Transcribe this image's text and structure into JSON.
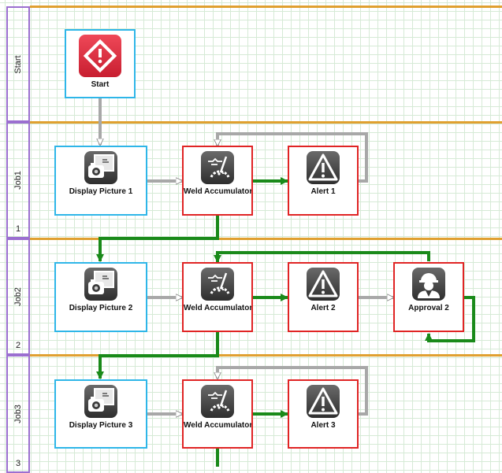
{
  "lanes": [
    {
      "name": "Start",
      "number": ""
    },
    {
      "name": "Job1",
      "number": "1"
    },
    {
      "name": "Job2",
      "number": "2"
    },
    {
      "name": "Job3",
      "number": "3"
    }
  ],
  "nodes": {
    "start": {
      "label": "Start",
      "icon": "start-diamond-icon"
    },
    "display_picture_1": {
      "label": "Display Picture 1",
      "icon": "display-picture-icon"
    },
    "weld_accumulator_1": {
      "label": "Weld Accumulator",
      "icon": "weld-accumulator-icon"
    },
    "alert_1": {
      "label": "Alert 1",
      "icon": "alert-icon"
    },
    "display_picture_2": {
      "label": "Display Picture 2",
      "icon": "display-picture-icon"
    },
    "weld_accumulator_2": {
      "label": "Weld Accumulator",
      "icon": "weld-accumulator-icon"
    },
    "alert_2": {
      "label": "Alert 2",
      "icon": "alert-icon"
    },
    "approval_2": {
      "label": "Approval 2",
      "icon": "approval-worker-icon"
    },
    "display_picture_3": {
      "label": "Display Picture 3",
      "icon": "display-picture-icon"
    },
    "weld_accumulator_3": {
      "label": "Weld Accumulator",
      "icon": "weld-accumulator-icon"
    },
    "alert_3": {
      "label": "Alert 3",
      "icon": "alert-icon"
    }
  },
  "colors": {
    "lane_border": "#9b6fd0",
    "lane_divider": "#e0a030",
    "start_node_border": "#2eb6e8",
    "action_node_border": "#e02424",
    "default_connector": "#a8a8a8",
    "success_connector": "#1a8a1a"
  }
}
